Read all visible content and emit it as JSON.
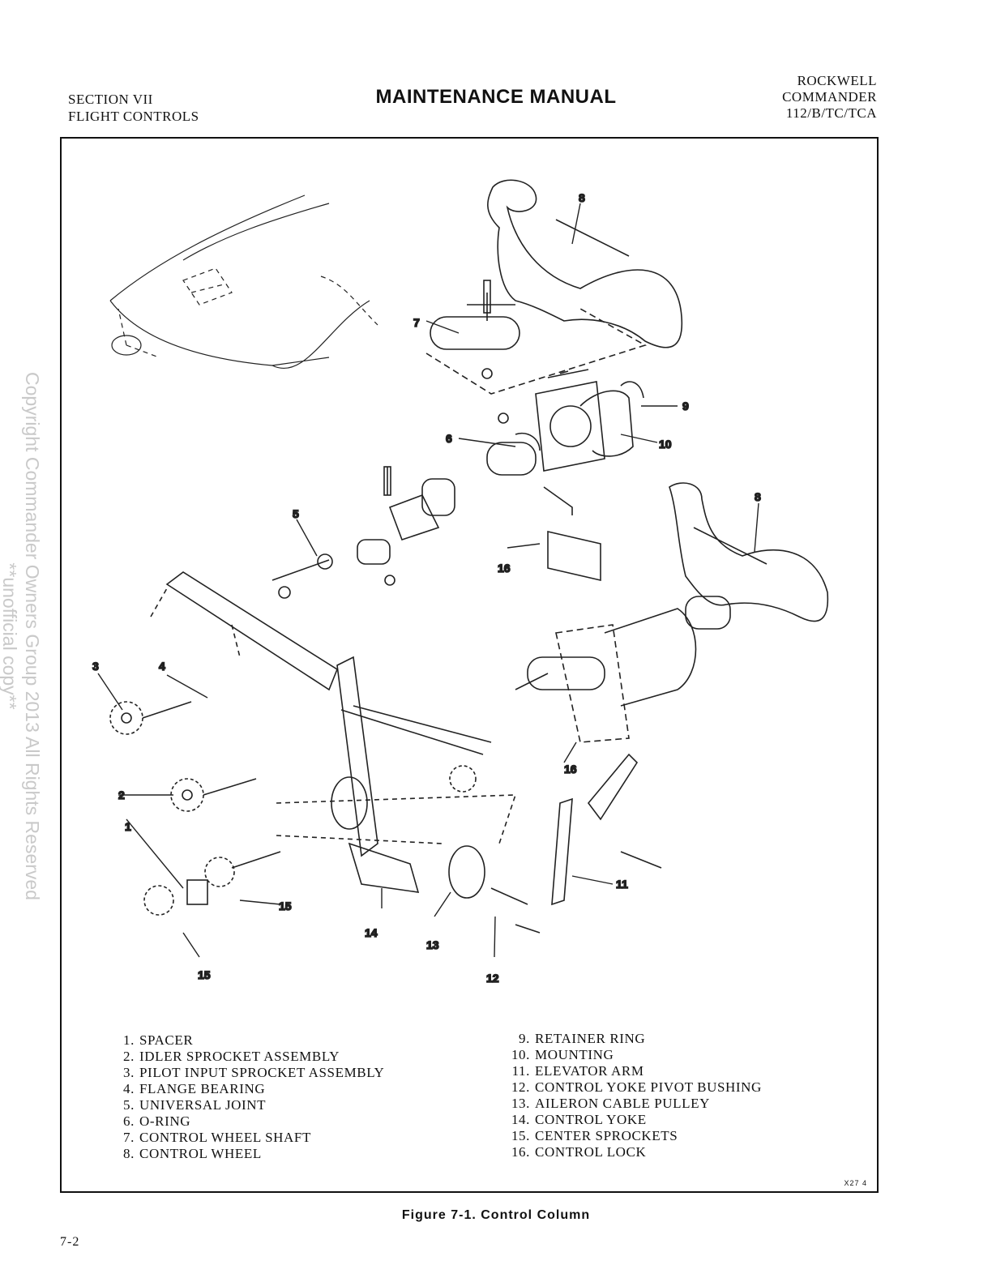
{
  "header": {
    "section": "SECTION VII",
    "subsection": "FLIGHT CONTROLS",
    "title": "MAINTENANCE MANUAL",
    "brand_line1": "ROCKWELL",
    "brand_line2": "COMMANDER",
    "brand_line3": "112/B/TC/TCA"
  },
  "callouts": [
    "1",
    "2",
    "3",
    "4",
    "5",
    "6",
    "7",
    "8",
    "8",
    "9",
    "10",
    "11",
    "12",
    "13",
    "14",
    "15",
    "15",
    "16",
    "16"
  ],
  "legend": [
    {
      "num": "1.",
      "label": "SPACER"
    },
    {
      "num": "2.",
      "label": "IDLER SPROCKET ASSEMBLY"
    },
    {
      "num": "3.",
      "label": "PILOT INPUT SPROCKET ASSEMBLY"
    },
    {
      "num": "4.",
      "label": "FLANGE BEARING"
    },
    {
      "num": "5.",
      "label": "UNIVERSAL JOINT"
    },
    {
      "num": "6.",
      "label": "O-RING"
    },
    {
      "num": "7.",
      "label": "CONTROL WHEEL SHAFT"
    },
    {
      "num": "8.",
      "label": "CONTROL WHEEL"
    },
    {
      "num": "9.",
      "label": "RETAINER RING"
    },
    {
      "num": "10.",
      "label": "MOUNTING"
    },
    {
      "num": "11.",
      "label": "ELEVATOR ARM"
    },
    {
      "num": "12.",
      "label": "CONTROL YOKE PIVOT BUSHING"
    },
    {
      "num": "13.",
      "label": "AILERON CABLE PULLEY"
    },
    {
      "num": "14.",
      "label": "CONTROL YOKE"
    },
    {
      "num": "15.",
      "label": "CENTER SPROCKETS"
    },
    {
      "num": "16.",
      "label": "CONTROL LOCK"
    }
  ],
  "figure_code": "X27 4",
  "caption": "Figure 7-1. Control Column",
  "page_number": "7-2",
  "watermark": {
    "line1": "Copyright Commander Owners Group 2013 All Rights Reserved",
    "line2": "**unofficial copy**"
  }
}
